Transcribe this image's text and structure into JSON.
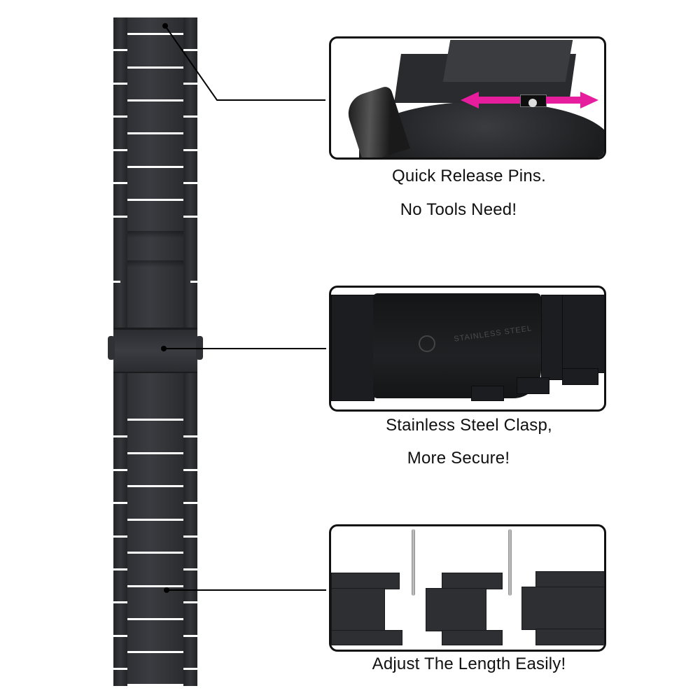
{
  "image": {
    "subject": "black stainless steel watch strap product infographic",
    "background": "#ffffff"
  },
  "callouts": [
    {
      "id": "quick-release",
      "caption_lines": [
        "Quick Release Pins.",
        "No Tools Need!"
      ],
      "arrow_color": "#e61e9e"
    },
    {
      "id": "clasp",
      "caption_lines": [
        "Stainless Steel Clasp,",
        "More Secure!"
      ],
      "engraving": "STAINLESS STEEL"
    },
    {
      "id": "adjust",
      "caption_lines": [
        "Adjust The Length Easily!"
      ]
    }
  ],
  "colors": {
    "strap": "#2b2d31",
    "panel_border": "#111111",
    "text": "#111111",
    "accent_arrow": "#e61e9e"
  }
}
